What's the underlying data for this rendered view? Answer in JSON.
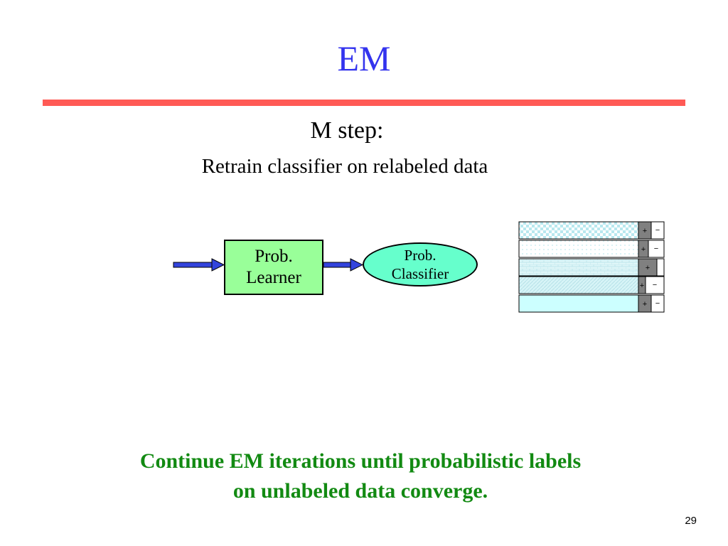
{
  "slide": {
    "title": "EM",
    "step_title": "M step:",
    "step_subtitle": "Retrain classifier on relabeled data",
    "page_number": "29"
  },
  "diagram": {
    "learner_lines": [
      "Prob.",
      "Learner"
    ],
    "classifier_lines": [
      "Prob.",
      "Classifier"
    ],
    "rows": [
      {
        "plus": "+",
        "minus": "−"
      },
      {
        "plus": "+",
        "minus": "−"
      },
      {
        "plus": "+",
        "minus": ""
      },
      {
        "plus": "+",
        "minus": "−"
      },
      {
        "plus": "+",
        "minus": "−"
      }
    ]
  },
  "closing": {
    "line1": "Continue EM iterations until probabilistic labels",
    "line2": "on unlabeled data converge."
  },
  "colors": {
    "title": "#3333ee",
    "rule": "#ff5a55",
    "learner_fill": "#99ff99",
    "classifier_fill": "#66ffcc",
    "arrow_fill": "#3344dd",
    "closing_text": "#128a12",
    "row_fill": "#ccffff",
    "plus_fill": "#808080"
  }
}
